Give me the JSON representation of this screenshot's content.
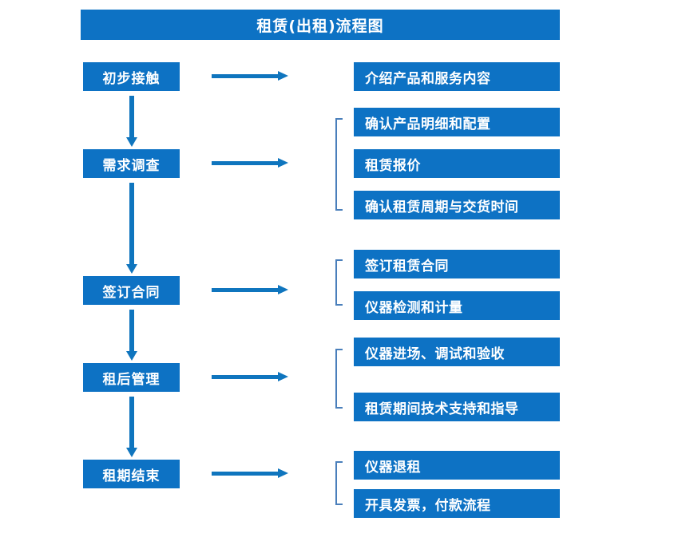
{
  "title": "租赁(出租)流程图",
  "colors": {
    "box_blue": "#0d72c4",
    "arrow_blue": "#0f75be",
    "bracket_blue": "#4a7fbb",
    "box_text": "#ffffff",
    "background": "#ffffff"
  },
  "stages": [
    {
      "label": "初步接触"
    },
    {
      "label": "需求调查"
    },
    {
      "label": "签订合同"
    },
    {
      "label": "租后管理"
    },
    {
      "label": "租期结束"
    }
  ],
  "details": [
    {
      "label": "介绍产品和服务内容"
    },
    {
      "label": "确认产品明细和配置"
    },
    {
      "label": "租赁报价"
    },
    {
      "label": "确认租赁周期与交货时间"
    },
    {
      "label": "签订租赁合同"
    },
    {
      "label": "仪器检测和计量"
    },
    {
      "label": "仪器进场、调试和验收"
    },
    {
      "label": "租赁期间技术支持和指导"
    },
    {
      "label": "仪器退租"
    },
    {
      "label": "开具发票，付款流程"
    }
  ]
}
